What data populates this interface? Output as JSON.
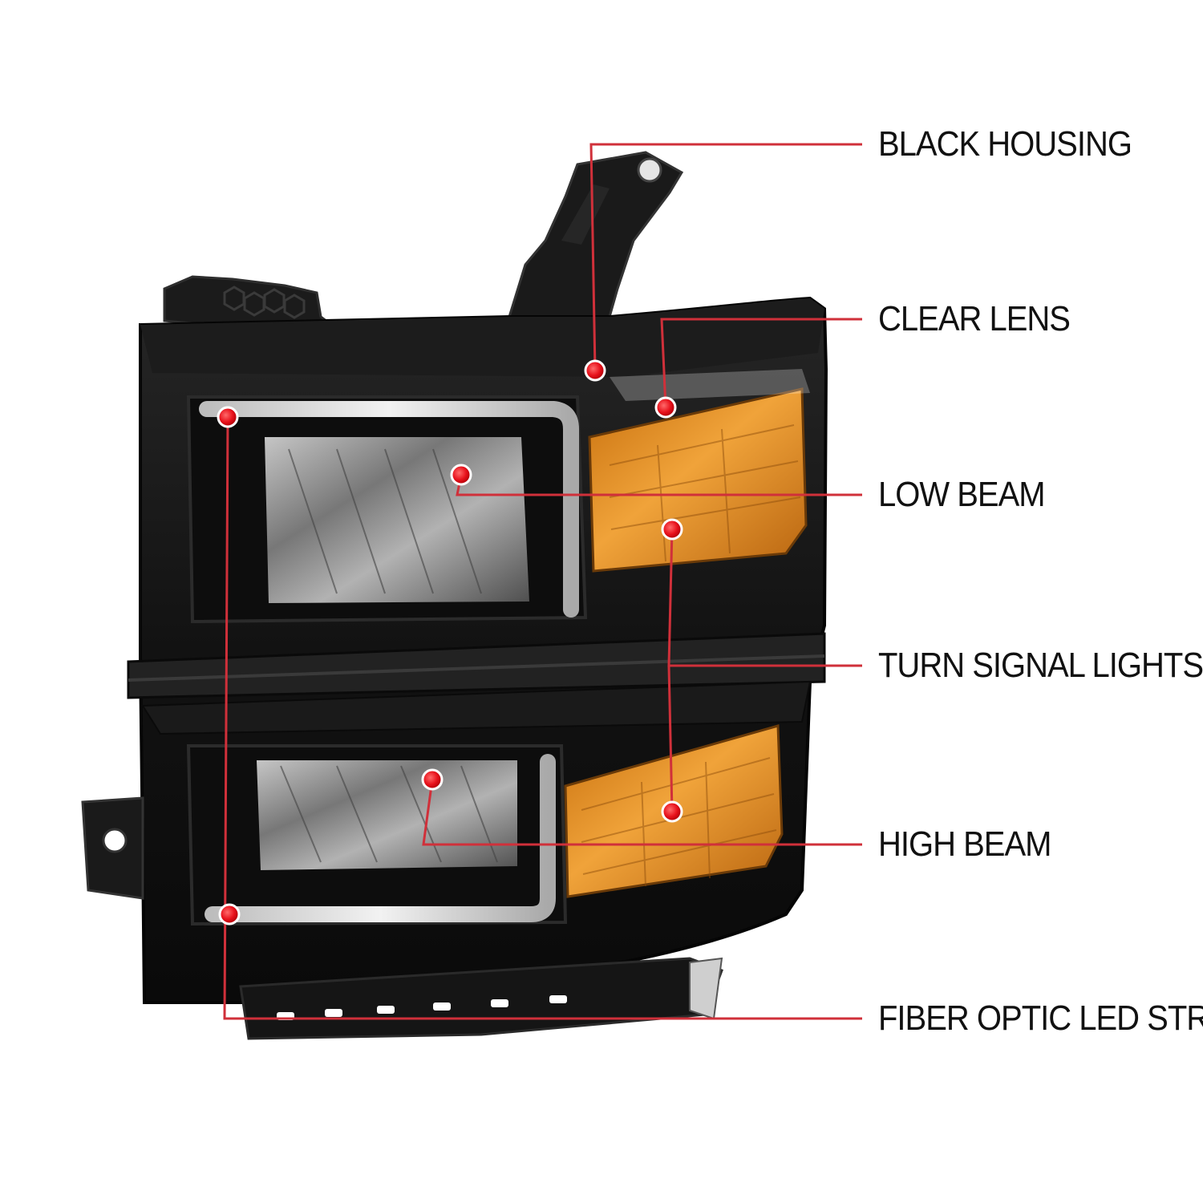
{
  "figure": {
    "subject": "headlight-assembly",
    "colors": {
      "background": "#ffffff",
      "housing": "#141414",
      "housing_edge": "#2a2a2a",
      "amber_lens": "#e08a1a",
      "amber_dark": "#a85a10",
      "chrome": "#c9c9c9",
      "led_strip": "#d8d8d8",
      "callout_line": "#d0303a",
      "callout_dot": "#e8121c",
      "label_text": "#111111"
    }
  },
  "callouts": [
    {
      "id": "black-housing",
      "label": "BLACK HOUSING"
    },
    {
      "id": "clear-lens",
      "label": "CLEAR LENS"
    },
    {
      "id": "low-beam",
      "label": "LOW BEAM"
    },
    {
      "id": "turn-signal-lights",
      "label": "TURN SIGNAL LIGHTS"
    },
    {
      "id": "high-beam",
      "label": "HIGH BEAM"
    },
    {
      "id": "fiber-optic-led-strips",
      "label": "FIBER OPTIC LED STRIPS"
    }
  ]
}
